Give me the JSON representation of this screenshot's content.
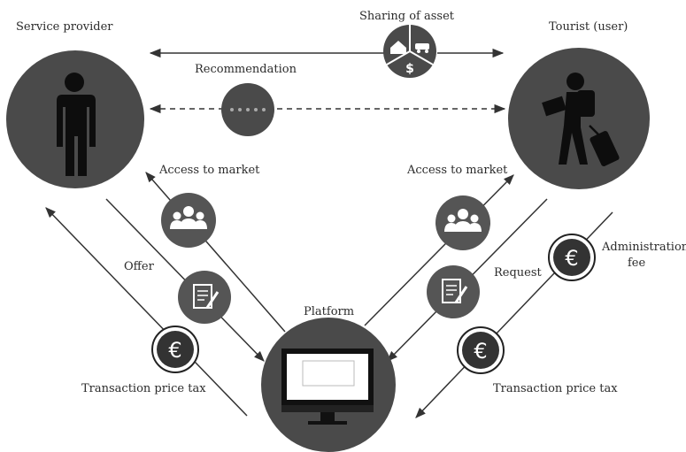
{
  "nodes": {
    "service_provider": "Service provider",
    "tourist": "Tourist (user)",
    "platform": "Platform"
  },
  "labels": {
    "sharing_of_asset": "Sharing of asset",
    "recommendation": "Recommendation",
    "access_left": "Access to market",
    "access_right": "Access to market",
    "offer": "Offer",
    "request": "Request",
    "admin_fee_line1": "Administration",
    "admin_fee_line2": "fee",
    "tax_left": "Transaction price tax",
    "tax_right": "Transaction price tax"
  },
  "symbols": {
    "euro": "€",
    "dollar": "$"
  },
  "colors": {
    "circle_dark": "#4a4a4a",
    "circle_icon": "#555555",
    "line": "#3a3a3a",
    "text": "#2b2b2b"
  }
}
